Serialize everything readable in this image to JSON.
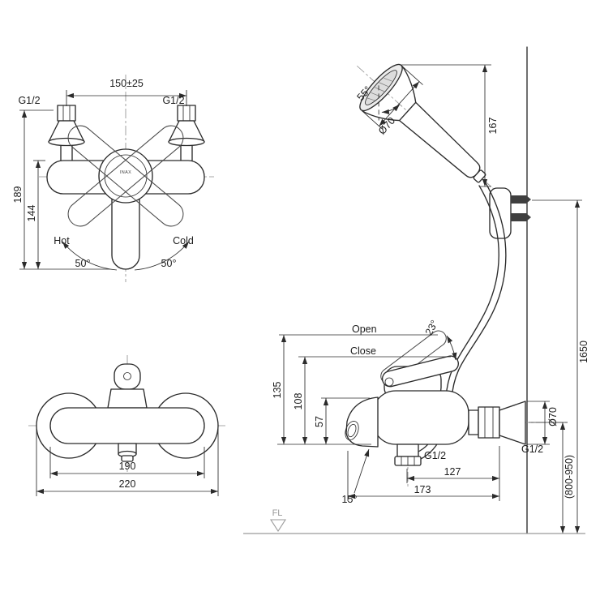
{
  "colors": {
    "line": "#2b2b2b",
    "centerline": "#8a8a8a",
    "floor_gray": "#9a9a9a",
    "background": "#ffffff"
  },
  "front_view": {
    "dim_spacing": "150±25",
    "thread_left": "G1/2",
    "thread_right": "G1/2",
    "dim_total_height": "189",
    "dim_body_height": "144",
    "label_hot": "Hot",
    "label_cold": "Cold",
    "angle_hot": "50°",
    "angle_cold": "50°",
    "logo": "INAX"
  },
  "shower_view": {
    "angle": "55°",
    "diameter": "Ø70",
    "dim_length": "167"
  },
  "bottom_view": {
    "dim_inner": "190",
    "dim_outer": "220"
  },
  "side_view": {
    "label_open": "Open",
    "label_close": "Close",
    "angle_lever": "23°",
    "dim_lever_height": "135",
    "dim_body_height": "108",
    "dim_spout_height": "57",
    "outlet_thread": "G1/2",
    "dim_outlet_wall": "127",
    "dim_spout_wall": "173",
    "angle_spout": "15°",
    "escutcheon_diameter": "Ø70",
    "wall_thread": "G1/2",
    "dim_total_height": "1650",
    "dim_install_range": "(800-950)",
    "floor_label": "FL"
  }
}
